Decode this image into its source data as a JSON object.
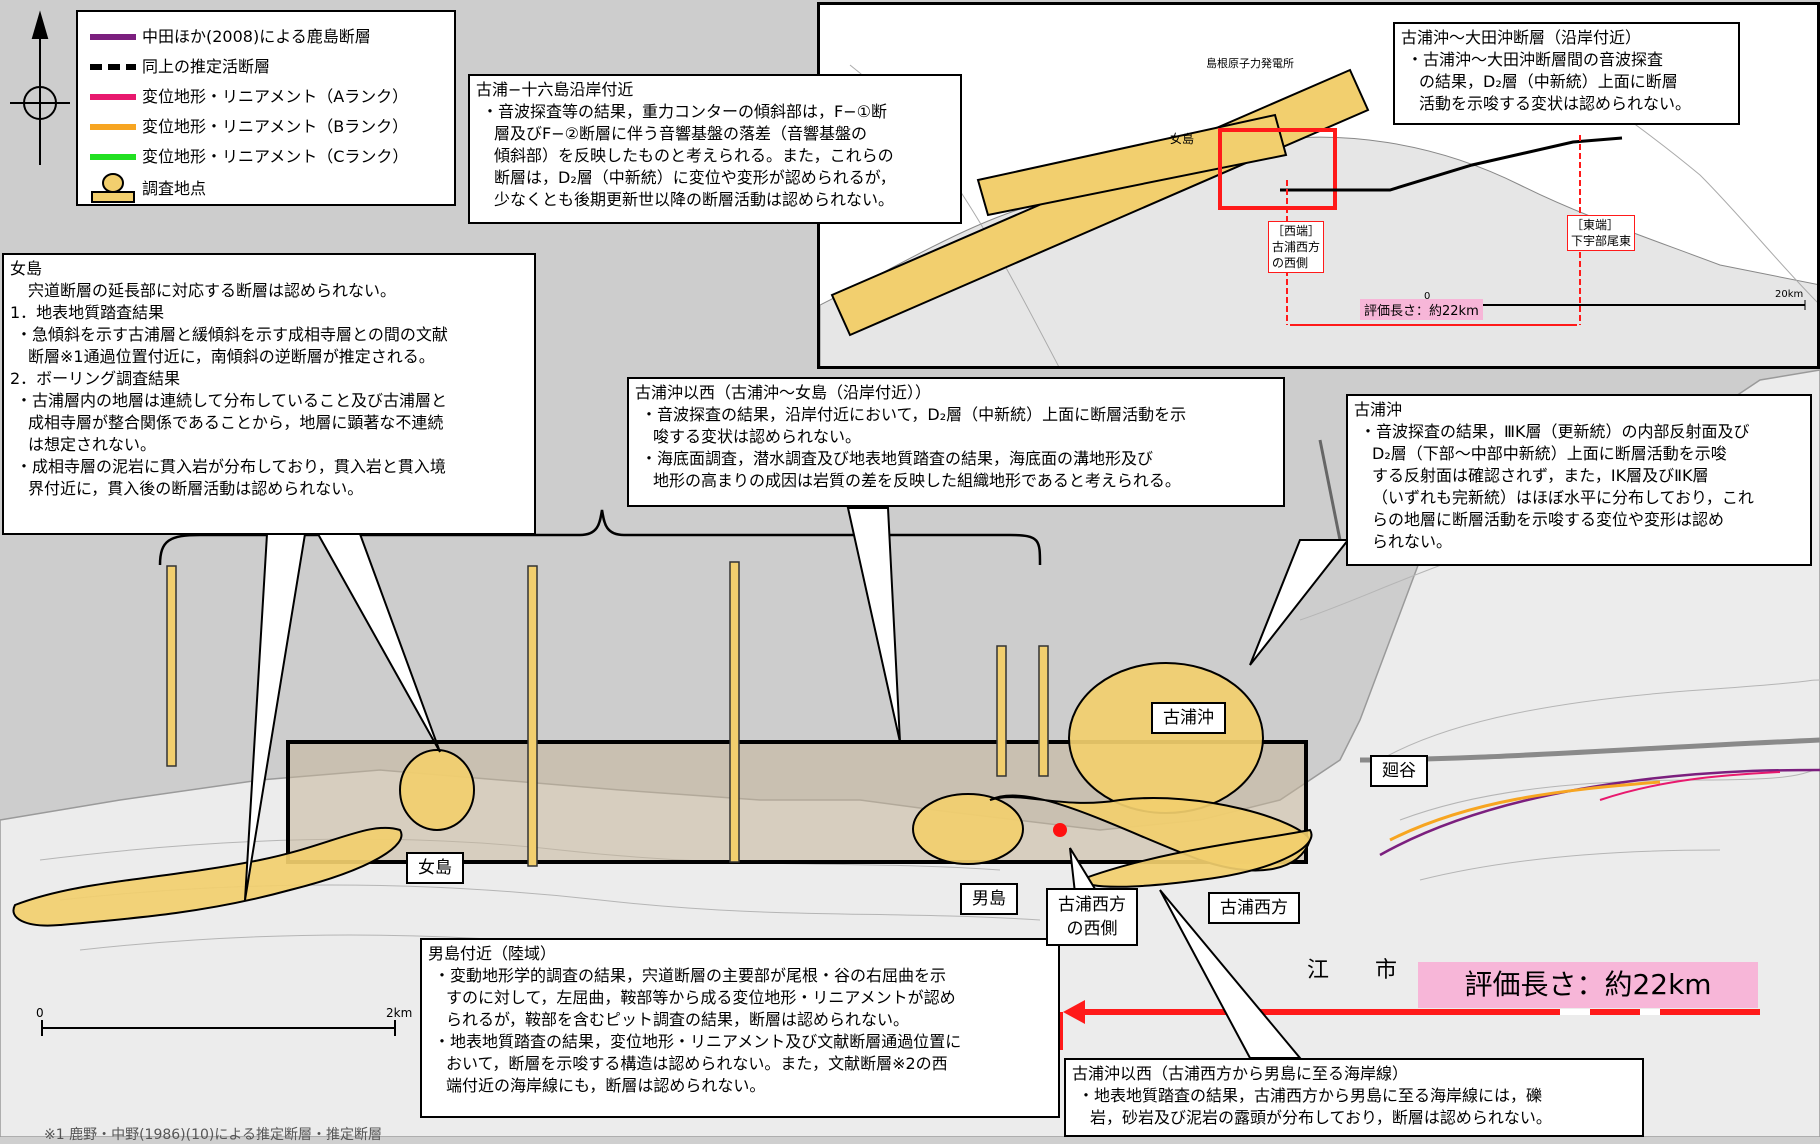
{
  "colors": {
    "legend_kashima": "#7b1f7e",
    "legend_a": "#e8196e",
    "legend_b": "#f7a521",
    "legend_c": "#22e022",
    "survey_fill": "#f2cf6e",
    "eval_bar": "#ff2020",
    "eval_label_bg": "#f7b6d8"
  },
  "north_arrow": "north-arrow-icon",
  "legend": {
    "items": [
      {
        "label": "中田ほか(2008)による鹿島断層"
      },
      {
        "label": "同上の推定活断層"
      },
      {
        "label": "変位地形・リニアメント（Aランク）"
      },
      {
        "label": "変位地形・リニアメント（Bランク）"
      },
      {
        "label": "変位地形・リニアメント（Cランク）"
      },
      {
        "label": "調査地点"
      }
    ]
  },
  "inset": {
    "plant_label": "島根原子力発電所",
    "island_label": "女島",
    "west_label": [
      "［西端］",
      "古浦西方",
      "の西側"
    ],
    "east_label": [
      "［東端］",
      "下宇部尾東"
    ],
    "eval_label": "評価長さ：約22km",
    "scale_0": "0",
    "scale_20": "20km"
  },
  "callouts": {
    "koura_16": {
      "title": "古浦−十六島沿岸付近",
      "lines": [
        "・音波探査等の結果，重力コンターの傾斜部は，F−①断",
        "層及びF−②断層に伴う音響基盤の落差（音響基盤の",
        "傾斜部）を反映したものと考えられる。また，これらの",
        "断層は，D₂層（中新統）に変位や変形が認められるが，",
        "少なくとも後期更新世以降の断層活動は認められない。"
      ]
    },
    "koura_ota": {
      "title": "古浦沖〜大田沖断層（沿岸付近）",
      "lines": [
        "・古浦沖〜大田沖断層間の音波探査",
        "の結果，D₂層（中新統）上面に断層",
        "活動を示唆する変状は認められない。"
      ]
    },
    "meshima": {
      "title": "女島",
      "lines": [
        "宍道断層の延長部に対応する断層は認められない。",
        "1．地表地質踏査結果",
        "・急傾斜を示す古浦層と緩傾斜を示す成相寺層との間の文献",
        "断層※1通過位置付近に，南傾斜の逆断層が推定される。",
        "2．ボーリング調査結果",
        "・古浦層内の地層は連続して分布していること及び古浦層と",
        "成相寺層が整合関係であることから，地層に顕著な不連続",
        "は想定されない。",
        "・成相寺層の泥岩に貫入岩が分布しており，貫入岩と貫入境",
        "界付近に，貫入後の断層活動は認められない。"
      ]
    },
    "kouraoki_west": {
      "title": "古浦沖以西（古浦沖〜女島（沿岸付近））",
      "lines": [
        "・音波探査の結果，沿岸付近において，D₂層（中新統）上面に断層活動を示",
        "唆する変状は認められない。",
        "・海底面調査，潜水調査及び地表地質踏査の結果，海底面の溝地形及び",
        "地形の高まりの成因は岩質の差を反映した組織地形であると考えられる。"
      ]
    },
    "kouraoki": {
      "title": "古浦沖",
      "lines": [
        "・音波探査の結果，ⅢK層（更新統）の内部反射面及び",
        "D₂層（下部〜中部中新統）上面に断層活動を示唆",
        "する反射面は確認されず，また，ⅠK層及びⅡK層",
        "（いずれも完新統）はほぼ水平に分布しており，これ",
        "らの地層に断層活動を示唆する変位や変形は認め",
        "られない。"
      ]
    },
    "oshima_land": {
      "title": "男島付近（陸域）",
      "lines": [
        "・変動地形学的調査の結果，宍道断層の主要部が尾根・谷の右屈曲を示",
        "すのに対して，左屈曲，鞍部等から成る変位地形・リニアメントが認め",
        "られるが，鞍部を含むピット調査の結果，断層は認められない。",
        "・地表地質踏査の結果，変位地形・リニアメント及び文献断層通過位置に",
        "おいて，断層を示唆する構造は認められない。また，文献断層※2の西",
        "端付近の海岸線にも，断層は認められない。"
      ]
    },
    "coast": {
      "title": "古浦沖以西（古浦西方から男島に至る海岸線）",
      "lines": [
        "・地表地質踏査の結果，古浦西方から男島に至る海岸線には，礫",
        "岩，砂岩及び泥岩の露頭が分布しており，断層は認められない。"
      ]
    }
  },
  "labels": {
    "kouraoki": "古浦沖",
    "sakotani": "廻谷",
    "meshima": "女島",
    "oshima": "男島",
    "koura_west_west": [
      "古浦西方",
      "の西側"
    ],
    "koura_west": "古浦西方"
  },
  "map_texts": {
    "edo": "江",
    "ichi": "市",
    "scale_0": "0",
    "scale_2km": "2km"
  },
  "eval_length": "評価長さ：約22km",
  "footnote": "※1 鹿野・中野(1986)(10)による推定断層・推定断層"
}
